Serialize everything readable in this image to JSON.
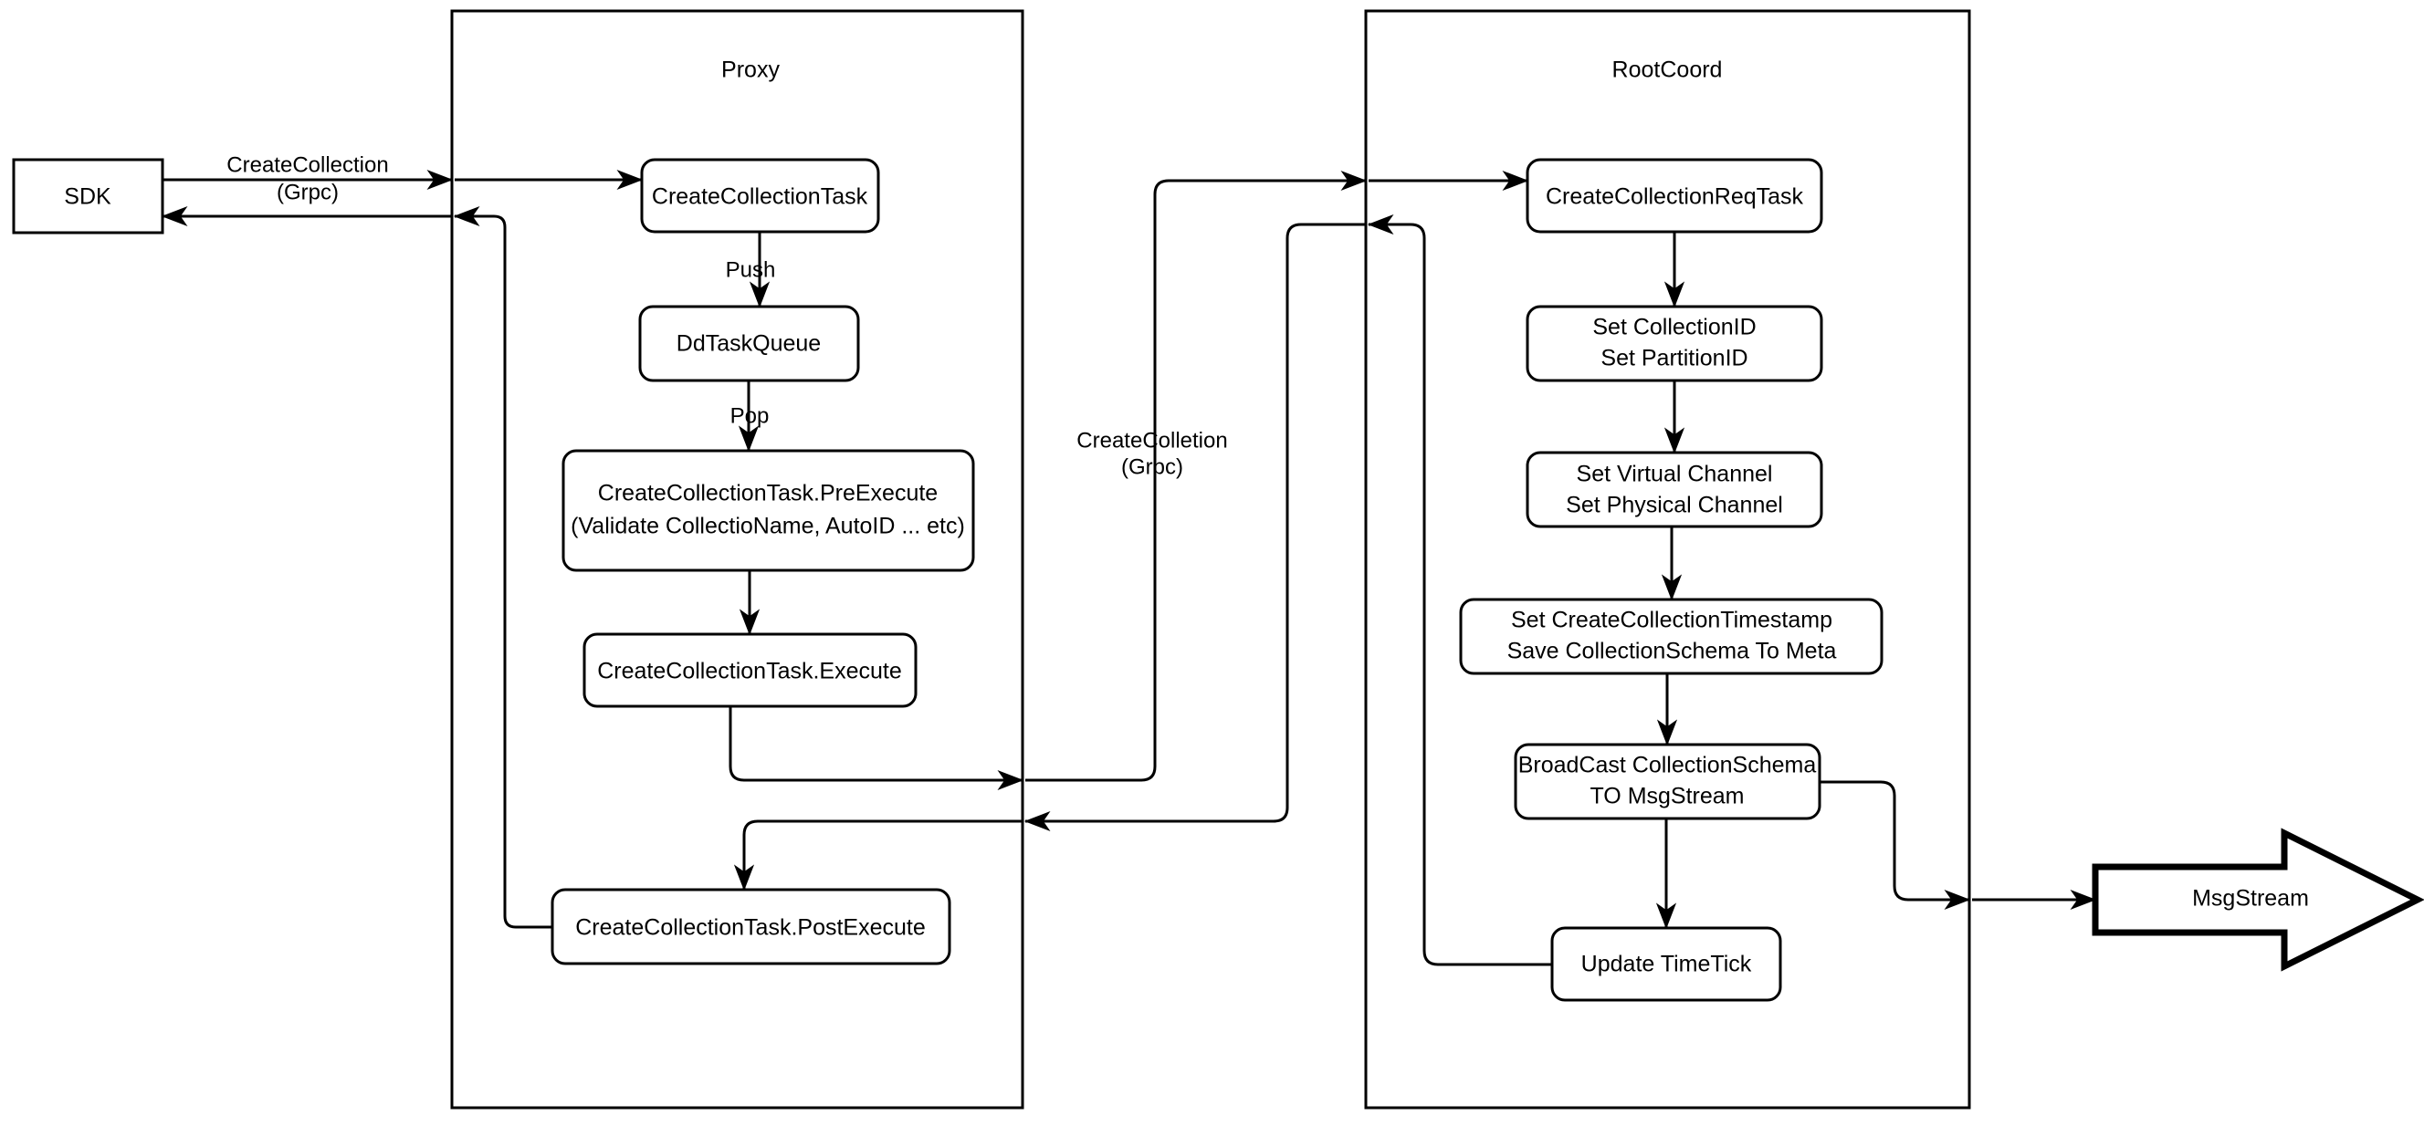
{
  "diagram": {
    "title": "CreateCollection flow",
    "type": "flowchart",
    "background_color": "#ffffff",
    "line_color": "#000000"
  },
  "external": {
    "sdk": {
      "label": "SDK"
    },
    "msgstream": {
      "label": "MsgStream"
    }
  },
  "containers": [
    {
      "id": "proxy",
      "title": "Proxy"
    },
    {
      "id": "rootcoord",
      "title": "RootCoord"
    }
  ],
  "proxy": {
    "title": "Proxy",
    "nodes": [
      {
        "id": "create-collection-task",
        "label": "CreateCollectionTask"
      },
      {
        "id": "dd-task-queue",
        "label": "DdTaskQueue"
      },
      {
        "id": "pre-execute",
        "line1": "CreateCollectionTask.PreExecute",
        "line2": "(Validate CollectioName, AutoID ... etc)"
      },
      {
        "id": "execute",
        "label": "CreateCollectionTask.Execute"
      },
      {
        "id": "post-execute",
        "label": "CreateCollectionTask.PostExecute"
      }
    ],
    "edge_labels": {
      "push": "Push",
      "pop": "Pop"
    }
  },
  "rootcoord": {
    "title": "RootCoord",
    "nodes": [
      {
        "id": "create-collection-req-task",
        "label": "CreateCollectionReqTask"
      },
      {
        "id": "set-ids",
        "line1": "Set CollectionID",
        "line2": "Set PartitionID"
      },
      {
        "id": "set-channels",
        "line1": "Set Virtual Channel",
        "line2": "Set Physical Channel"
      },
      {
        "id": "set-timestamp",
        "line1": "Set CreateCollectionTimestamp",
        "line2": "Save CollectionSchema To Meta"
      },
      {
        "id": "broadcast",
        "line1": "BroadCast CollectionSchema",
        "line2": "TO MsgStream"
      },
      {
        "id": "update-timetick",
        "label": "Update TimeTick"
      }
    ]
  },
  "edges": {
    "sdk_to_proxy": {
      "line1": "CreateCollection",
      "line2": "(Grpc)"
    },
    "proxy_to_rootcoord": {
      "line1": "CreateColletion",
      "line2": "(Grpc)"
    }
  }
}
